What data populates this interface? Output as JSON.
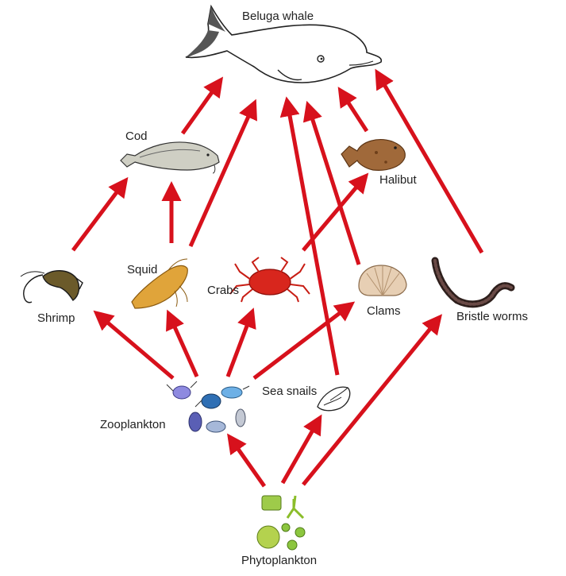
{
  "labels": {
    "beluga": "Beluga whale",
    "cod": "Cod",
    "halibut": "Halibut",
    "shrimp": "Shrimp",
    "squid": "Squid",
    "crabs": "Crabs",
    "clams": "Clams",
    "bristle_worms": "Bristle worms",
    "zooplankton": "Zooplankton",
    "sea_snails": "Sea snails",
    "phytoplankton": "Phytoplankton"
  },
  "colors": {
    "arrow": "#d7111c"
  },
  "icons": [
    "beluga-whale-icon",
    "cod-icon",
    "halibut-icon",
    "shrimp-icon",
    "squid-icon",
    "crab-icon",
    "clam-icon",
    "bristle-worm-icon",
    "zooplankton-icon",
    "sea-snail-icon",
    "phytoplankton-icon"
  ]
}
